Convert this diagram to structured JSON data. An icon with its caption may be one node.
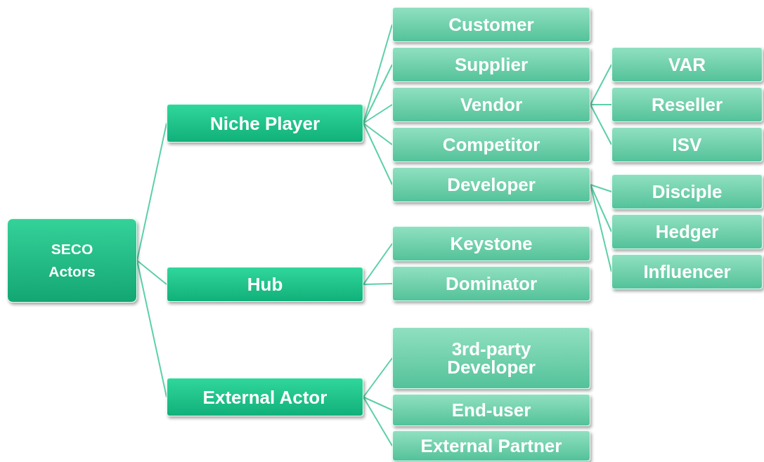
{
  "diagram": {
    "nodes": [
      {
        "text": [
          "SECO Actors"
        ]
      },
      {
        "text": [
          "Niche Player"
        ]
      },
      {
        "text": [
          "Hub"
        ]
      },
      {
        "text": [
          "External Actor"
        ]
      },
      {
        "text": [
          "Customer"
        ]
      },
      {
        "text": [
          "Supplier"
        ]
      },
      {
        "text": [
          "Vendor"
        ]
      },
      {
        "text": [
          "Competitor"
        ]
      },
      {
        "text": [
          "Developer"
        ]
      },
      {
        "text": [
          "VAR"
        ]
      },
      {
        "text": [
          "Reseller"
        ]
      },
      {
        "text": [
          "ISV"
        ]
      },
      {
        "text": [
          "Disciple"
        ]
      },
      {
        "text": [
          "Hedger"
        ]
      },
      {
        "text": [
          "Influencer"
        ]
      },
      {
        "text": [
          "Keystone"
        ]
      },
      {
        "text": [
          "Dominator"
        ]
      },
      {
        "text": [
          "3rd-party Developer"
        ]
      },
      {
        "text": [
          "End-user"
        ]
      },
      {
        "text": [
          "External Partner"
        ]
      }
    ],
    "edges": [
      {
        "from": 0,
        "to": 1,
        "arrow": "none"
      },
      {
        "from": 0,
        "to": 2,
        "arrow": "none"
      },
      {
        "from": 0,
        "to": 3,
        "arrow": "none"
      },
      {
        "from": 1,
        "to": 4,
        "arrow": "none"
      },
      {
        "from": 1,
        "to": 5,
        "arrow": "none"
      },
      {
        "from": 1,
        "to": 6,
        "arrow": "none"
      },
      {
        "from": 1,
        "to": 7,
        "arrow": "none"
      },
      {
        "from": 1,
        "to": 8,
        "arrow": "none"
      },
      {
        "from": 6,
        "to": 9,
        "arrow": "none"
      },
      {
        "from": 6,
        "to": 10,
        "arrow": "none"
      },
      {
        "from": 6,
        "to": 11,
        "arrow": "none"
      },
      {
        "from": 8,
        "to": 12,
        "arrow": "none"
      },
      {
        "from": 8,
        "to": 13,
        "arrow": "none"
      },
      {
        "from": 8,
        "to": 14,
        "arrow": "none"
      },
      {
        "from": 2,
        "to": 15,
        "arrow": "none"
      },
      {
        "from": 2,
        "to": 16,
        "arrow": "none"
      },
      {
        "from": 3,
        "to": 17,
        "arrow": "none"
      },
      {
        "from": 3,
        "to": 18,
        "arrow": "none"
      },
      {
        "from": 3,
        "to": 19,
        "arrow": "none"
      }
    ]
  }
}
